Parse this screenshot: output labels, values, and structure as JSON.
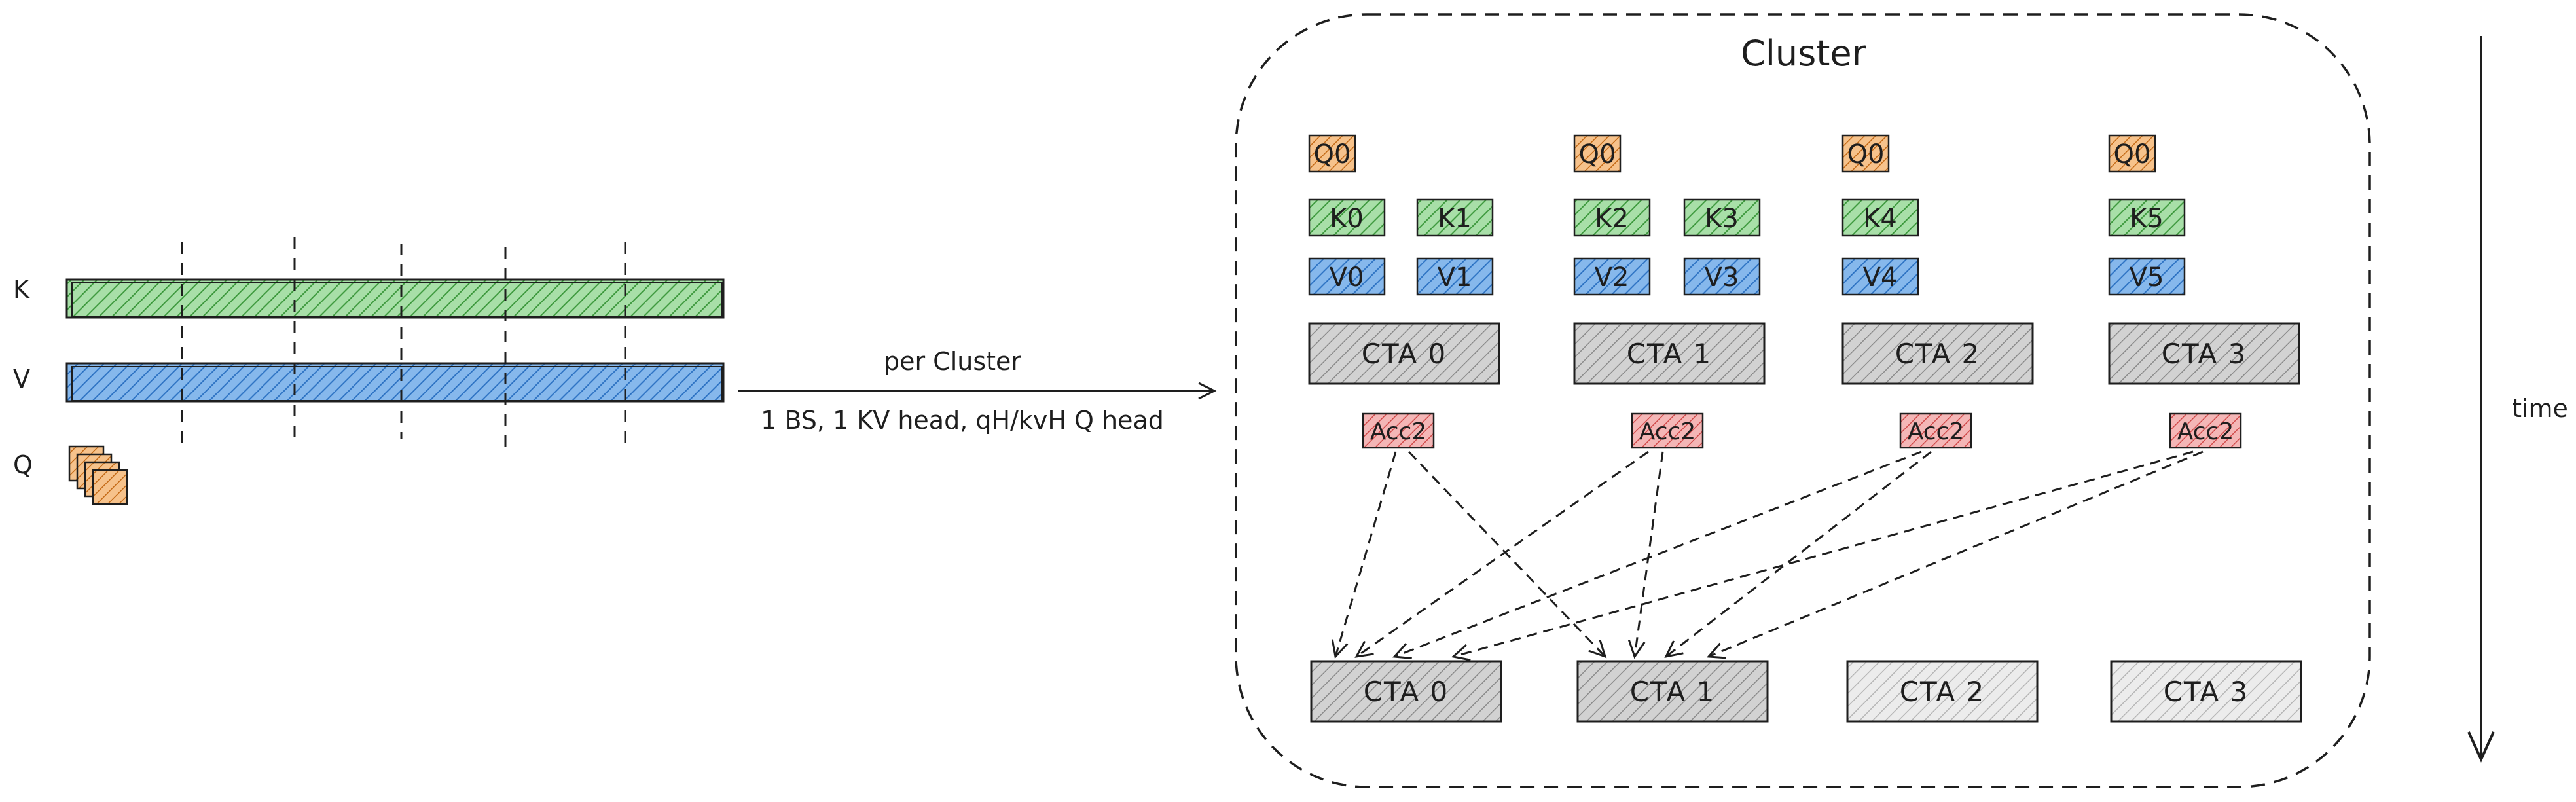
{
  "left": {
    "k_label": "K",
    "v_label": "V",
    "q_label": "Q"
  },
  "arrow": {
    "line1": "per Cluster",
    "line2": "1 BS, 1 KV head, qH/kvH Q head"
  },
  "cluster": {
    "title": "Cluster",
    "columns": [
      {
        "q": "Q0",
        "k": [
          "K0",
          "K1"
        ],
        "v": [
          "V0",
          "V1"
        ],
        "cta": "CTA 0",
        "acc": "Acc2"
      },
      {
        "q": "Q0",
        "k": [
          "K2",
          "K3"
        ],
        "v": [
          "V2",
          "V3"
        ],
        "cta": "CTA 1",
        "acc": "Acc2"
      },
      {
        "q": "Q0",
        "k": [
          "K4"
        ],
        "v": [
          "V4"
        ],
        "cta": "CTA 2",
        "acc": "Acc2"
      },
      {
        "q": "Q0",
        "k": [
          "K5"
        ],
        "v": [
          "V5"
        ],
        "cta": "CTA 3",
        "acc": "Acc2"
      }
    ],
    "bottom_ctas": [
      "CTA 0",
      "CTA 1",
      "CTA 2",
      "CTA 3"
    ]
  },
  "time_label": "time",
  "colors": {
    "orange_fill": "#f6c28b",
    "orange_stroke": "#c46a16",
    "green_fill": "#a8dfa8",
    "green_stroke": "#3f9a3f",
    "blue_fill": "#86b8ec",
    "blue_stroke": "#2f74c4",
    "gray_fill": "#c9c9c9",
    "red_fill": "#f4b6b6",
    "red_stroke": "#d04a4a",
    "stroke": "#1e1e1e"
  }
}
